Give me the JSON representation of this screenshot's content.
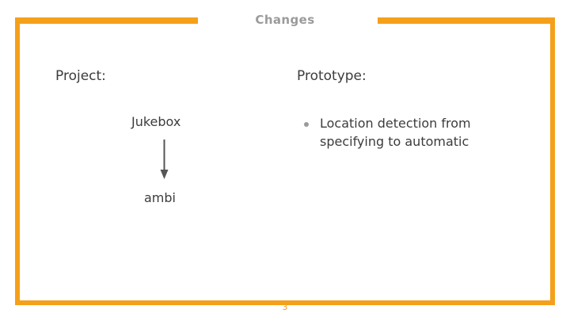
{
  "slide": {
    "title": "Changes",
    "page_number": "3",
    "accent_color": "#f5a01a",
    "title_color": "#9b9b9b",
    "body_color": "#3c3c3c"
  },
  "columns": {
    "left": {
      "heading": "Project:",
      "from_label": "Jukebox",
      "arrow_icon": "down-arrow-icon",
      "to_label": "ambi"
    },
    "right": {
      "heading": "Prototype:",
      "bullets": [
        {
          "text": "Location detection from specifying to automatic"
        }
      ]
    }
  }
}
